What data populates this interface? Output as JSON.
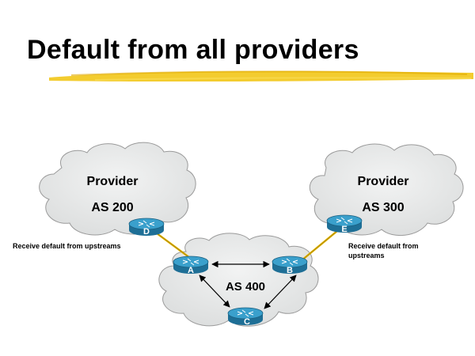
{
  "title": "Default from all providers",
  "clouds": {
    "left": {
      "line1": "Provider",
      "line2": "AS 200"
    },
    "right": {
      "line1": "Provider",
      "line2": "AS 300"
    },
    "center": {
      "line1": "AS 400"
    }
  },
  "routers": {
    "a": "A",
    "b": "B",
    "c": "C",
    "d": "D",
    "e": "E"
  },
  "notes": {
    "left": "Receive default from upstreams",
    "right_line1": "Receive default from",
    "right_line2": "upstreams"
  },
  "colors": {
    "accent": "#F2C618",
    "cloud": "#E8EAEA",
    "router": "#2A8DB8",
    "link_external": "#E8B800"
  }
}
